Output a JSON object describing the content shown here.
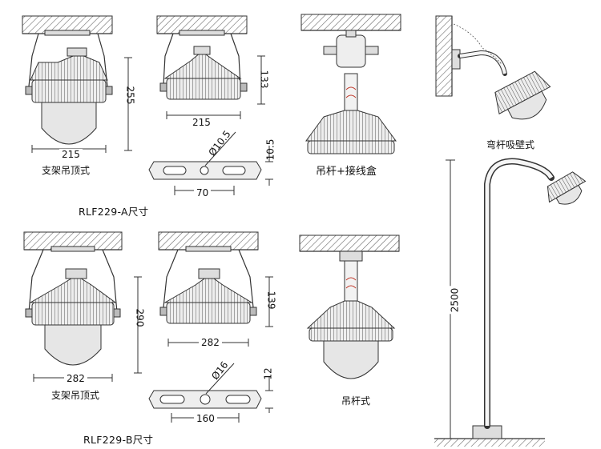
{
  "captions": {
    "a_ceiling": "支架吊顶式",
    "a_pendant_box": "吊杆+接线盒",
    "wall": "弯杆吸壁式",
    "a_model": "RLF229-A尺寸",
    "b_ceiling": "支架吊顶式",
    "b_pendant": "吊杆式",
    "b_model": "RLF229-B尺寸"
  },
  "dimensions": {
    "a_lamp_height": "255",
    "a_lamp_width": "215",
    "a_body_height": "133",
    "a_body_width": "215",
    "a_hole_dia": "Ø10.5",
    "a_bracket_h": "10.5",
    "a_hole_spacing": "70",
    "b_lamp_height": "290",
    "b_lamp_width": "282",
    "b_body_height": "139",
    "b_body_width": "282",
    "b_hole_dia": "Ø16",
    "b_bracket_h": "12",
    "b_hole_spacing": "160",
    "pole_height": "2500"
  },
  "colors": {
    "line": "#333333",
    "hatch": "#6a6a6a",
    "glass": "#e6e6e6",
    "body": "#d8d8d8",
    "wire": "#c0392b"
  }
}
